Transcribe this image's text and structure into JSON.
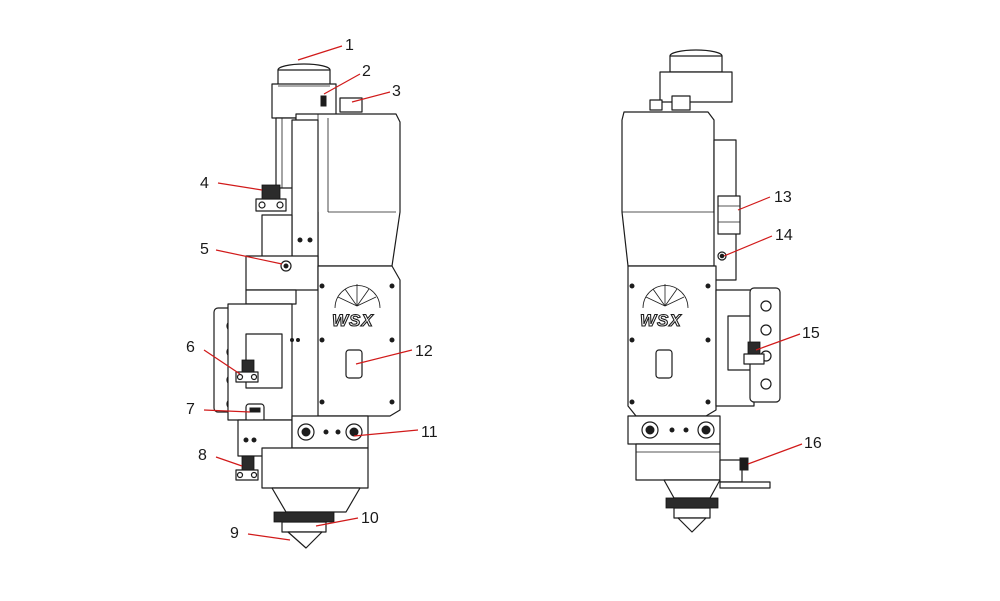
{
  "figure": {
    "logo_text": "WSX",
    "callouts": [
      {
        "id": "1",
        "label": "1"
      },
      {
        "id": "2",
        "label": "2"
      },
      {
        "id": "3",
        "label": "3"
      },
      {
        "id": "4",
        "label": "4"
      },
      {
        "id": "5",
        "label": "5"
      },
      {
        "id": "6",
        "label": "6"
      },
      {
        "id": "7",
        "label": "7"
      },
      {
        "id": "8",
        "label": "8"
      },
      {
        "id": "9",
        "label": "9"
      },
      {
        "id": "10",
        "label": "10"
      },
      {
        "id": "11",
        "label": "11"
      },
      {
        "id": "12",
        "label": "12"
      },
      {
        "id": "13",
        "label": "13"
      },
      {
        "id": "14",
        "label": "14"
      },
      {
        "id": "15",
        "label": "15"
      },
      {
        "id": "16",
        "label": "16"
      }
    ],
    "colors": {
      "leader_line": "#d11a1a",
      "outline": "#1c1c1c",
      "background": "#ffffff"
    }
  }
}
